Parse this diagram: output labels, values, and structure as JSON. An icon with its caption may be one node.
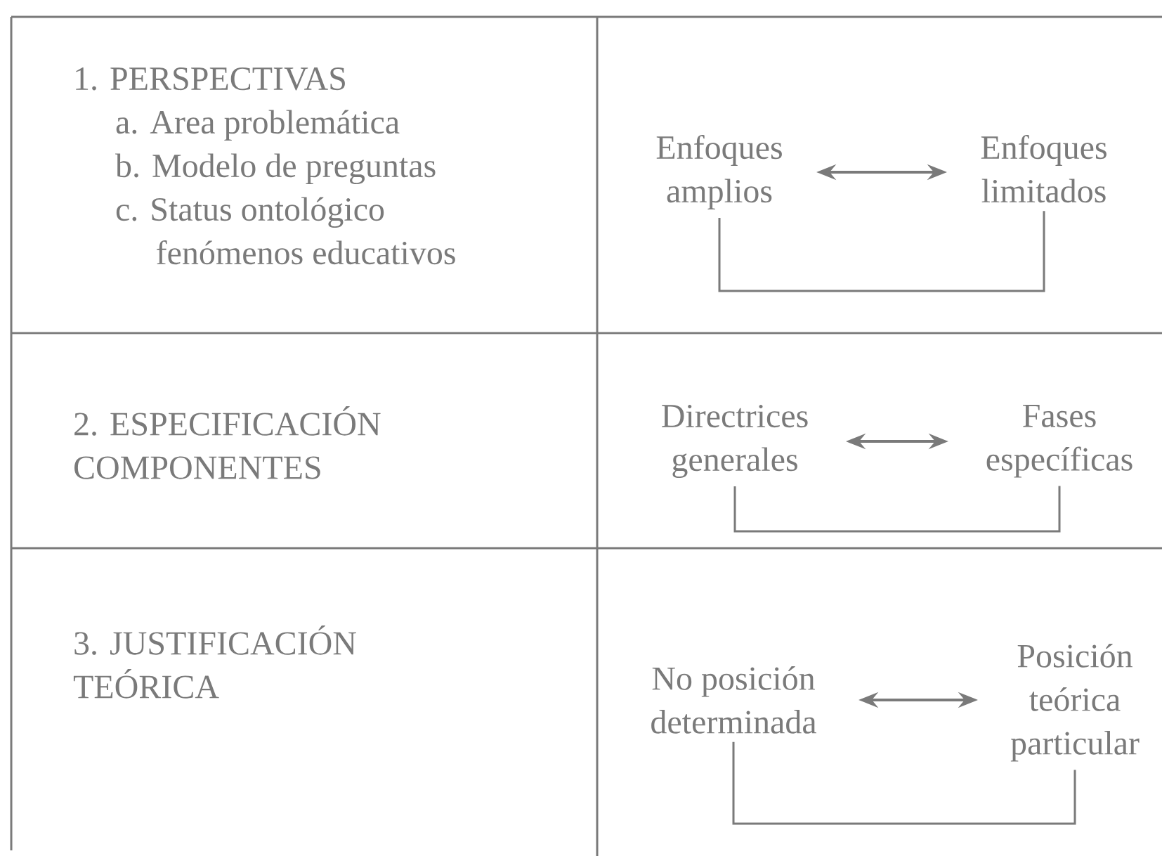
{
  "diagram": {
    "nodes": [
      {
        "text": [
          "1. PERSPECTIVAS",
          "a. Area problemática",
          "b. Modelo de preguntas",
          "c. Status ontológico fenómenos educativos"
        ]
      },
      {
        "text": [
          "Enfoques amplios"
        ]
      },
      {
        "text": [
          "Enfoques limitados"
        ]
      },
      {
        "text": [
          "2. ESPECIFICACIÓN COMPONENTES"
        ]
      },
      {
        "text": [
          "Directrices generales"
        ]
      },
      {
        "text": [
          "Fases específicas"
        ]
      },
      {
        "text": [
          "3. JUSTIFICACIÓN TEÓRICA"
        ]
      },
      {
        "text": [
          "No posición determinada"
        ]
      },
      {
        "text": [
          "Posición teórica particular"
        ]
      }
    ],
    "edges": [
      {
        "from": 1,
        "to": 2,
        "arrow": "both"
      },
      {
        "from": 1,
        "to": 2,
        "arrow": "none"
      },
      {
        "from": 4,
        "to": 5,
        "arrow": "both"
      },
      {
        "from": 4,
        "to": 5,
        "arrow": "none"
      },
      {
        "from": 7,
        "to": 8,
        "arrow": "both"
      },
      {
        "from": 7,
        "to": 8,
        "arrow": "none"
      }
    ]
  }
}
